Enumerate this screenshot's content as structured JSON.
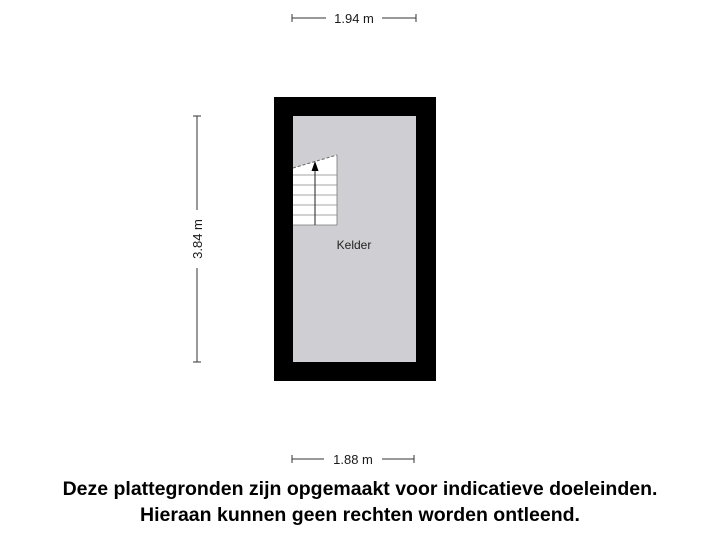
{
  "plan": {
    "dimensions": {
      "top_width": "1.94 m",
      "left_height": "3.84 m",
      "bottom_width": "1.88 m"
    },
    "room": {
      "label": "Kelder"
    },
    "colors": {
      "wall": "#000000",
      "floor": "#cfcfd3",
      "stairs": "#ffffff"
    }
  },
  "disclaimer": {
    "line1": "Deze plattegronden zijn opgemaakt voor indicatieve doeleinden.",
    "line2": "Hieraan kunnen geen rechten worden ontleend."
  }
}
